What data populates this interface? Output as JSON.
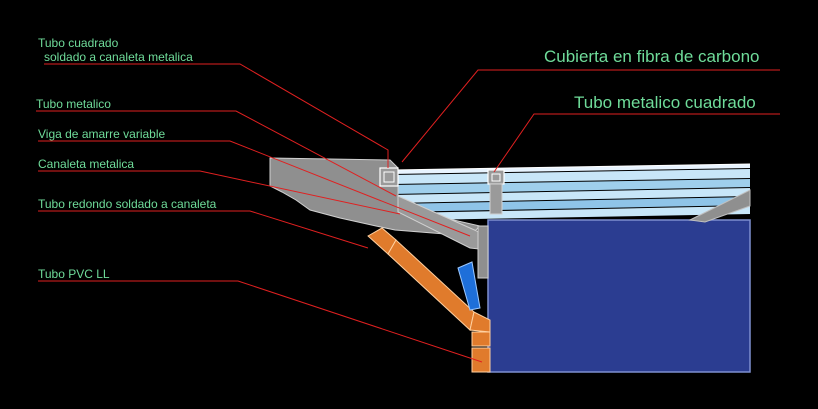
{
  "labels": {
    "tubo_cuadrado_line1": "Tubo cuadrado",
    "tubo_cuadrado_line2": "soldado a canaleta metalica",
    "tubo_metalico": "Tubo metalico",
    "viga_amarre": "Viga de amarre variable",
    "canaleta_metalica": "Canaleta metalica",
    "tubo_redondo": "Tubo redondo soldado a canaleta",
    "tubo_pvc": "Tubo PVC LL",
    "cubierta": "Cubierta en fibra de carbono",
    "tubo_metalico_cuadrado": "Tubo metalico cuadrado"
  },
  "colors": {
    "background": "#000000",
    "label_text": "#6fdc9a",
    "leader_line": "#e02020",
    "wall_fill": "#2b3d91",
    "roof_light": "#c8e6f8",
    "roof_mid": "#8fc4e8",
    "steel_grey": "#8f8f8f",
    "pvc_orange": "#e07b2c",
    "down_blue": "#1e6fd9"
  }
}
